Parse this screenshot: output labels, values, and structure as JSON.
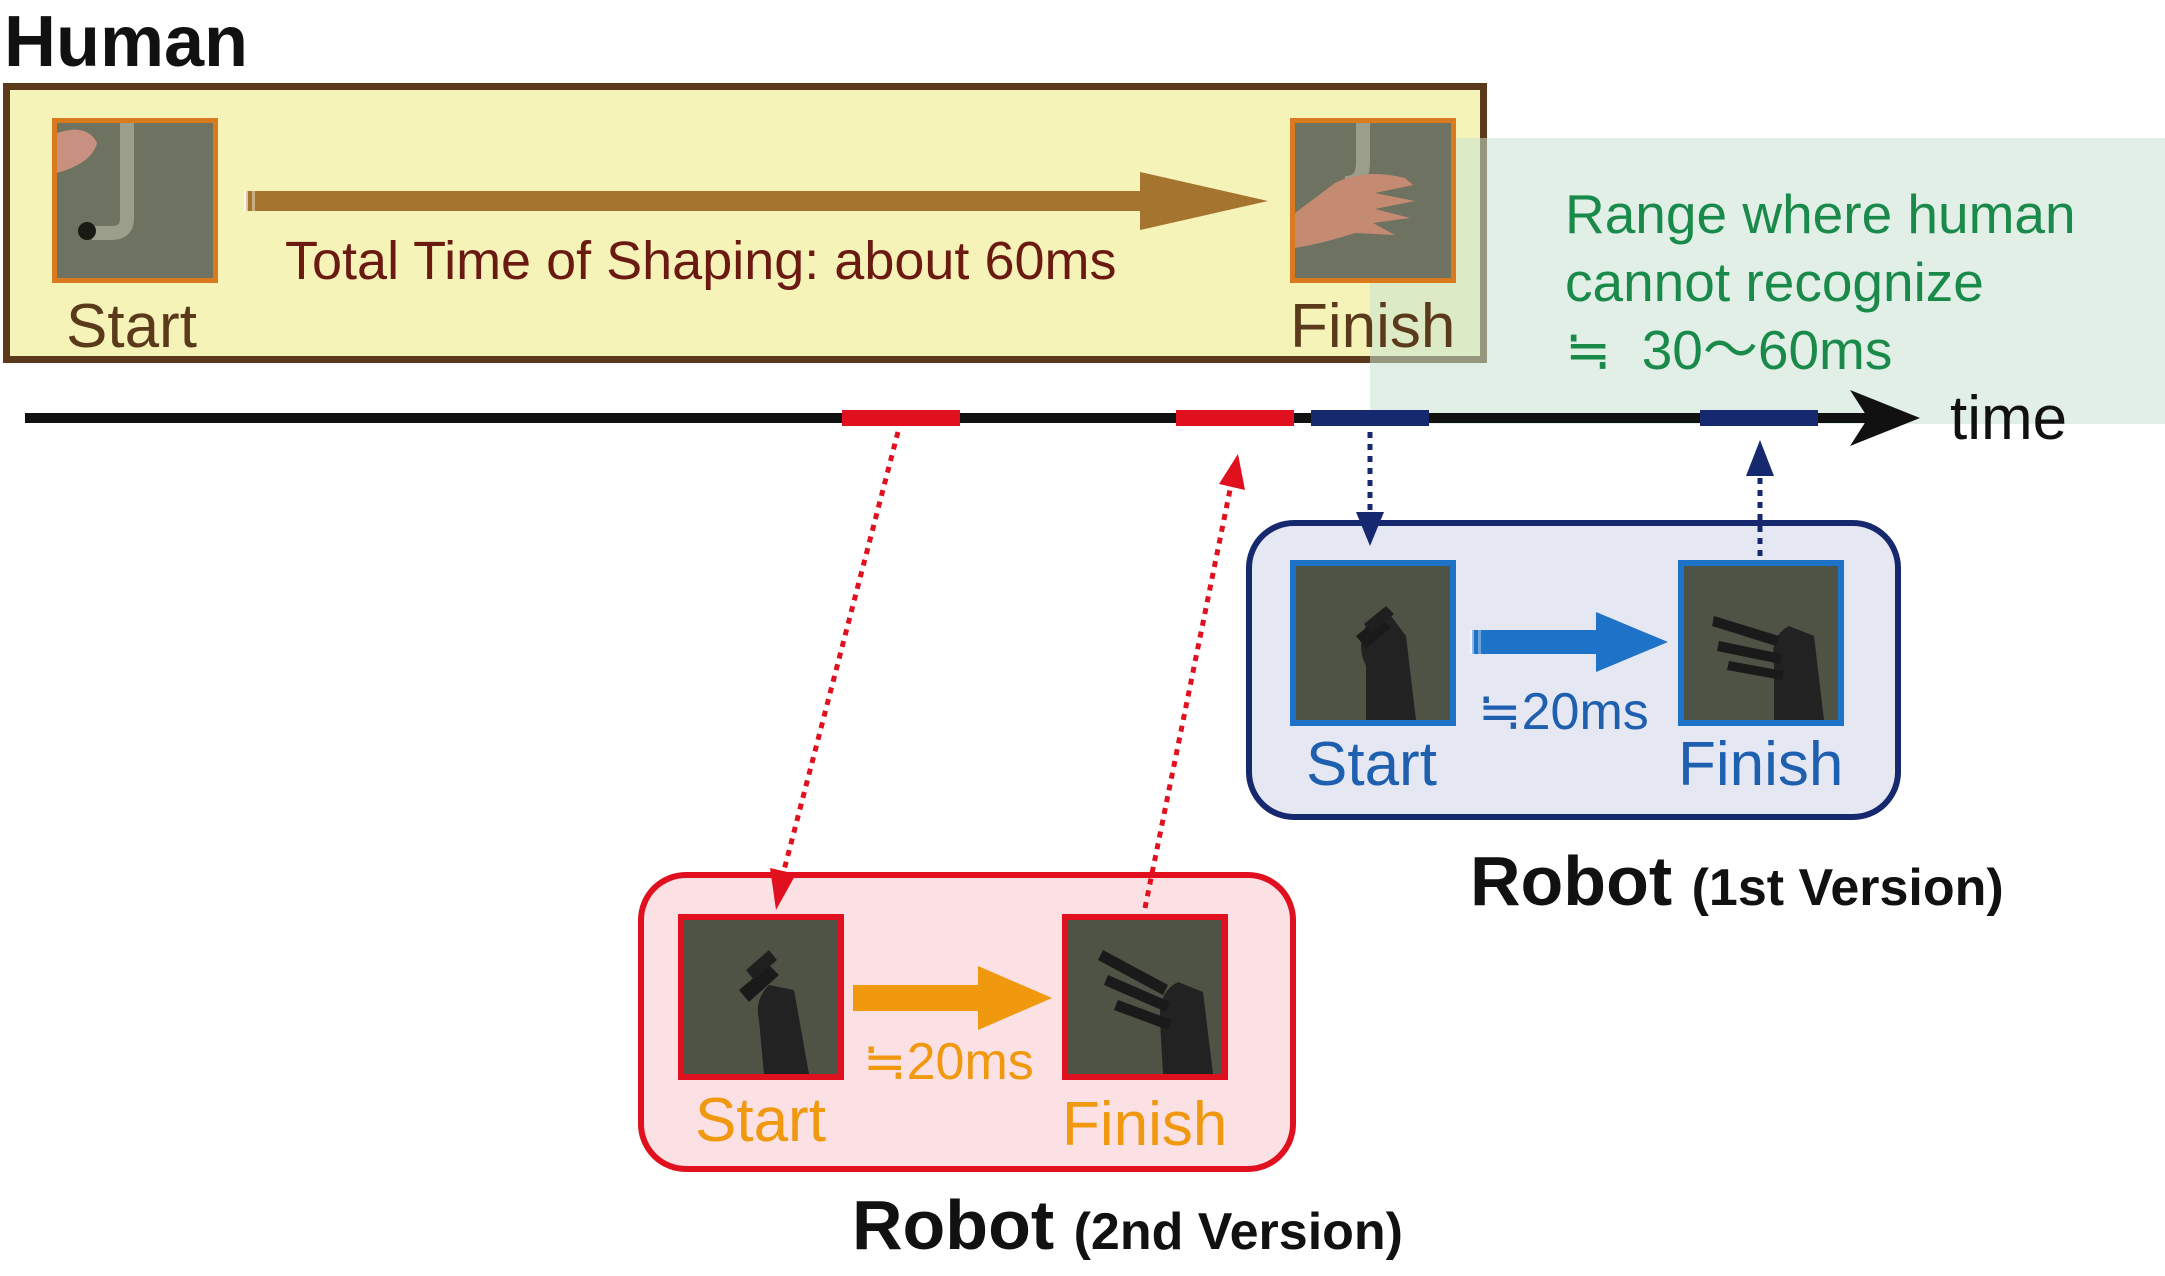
{
  "human": {
    "title": "Human",
    "start_label": "Start",
    "finish_label": "Finish",
    "shaping_text": "Total Time of Shaping: about 60ms",
    "start_photo": "human-hand-start-photo",
    "finish_photo": "human-hand-finish-photo"
  },
  "recognition": {
    "text": "Range where human\ncannot recognize\n≒  30〜60ms"
  },
  "timeline": {
    "label": "time"
  },
  "robot1": {
    "title": "Robot",
    "version": "(1st Version)",
    "start_label": "Start",
    "finish_label": "Finish",
    "duration": "≒20ms",
    "start_photo": "robot-hand-start-photo",
    "finish_photo": "robot-hand-finish-photo"
  },
  "robot2": {
    "title": "Robot",
    "version": "(2nd Version)",
    "start_label": "Start",
    "finish_label": "Finish",
    "duration": "≒20ms",
    "start_photo": "robot-hand-start-photo",
    "finish_photo": "robot-hand-finish-photo"
  },
  "colors": {
    "human_panel": "#f6f3b8",
    "human_border": "#5a3a1a",
    "recognition_band": "#c8e1d2",
    "robot1_border": "#16296e",
    "robot1_bg": "#e5e8f2",
    "robot2_border": "#e0101e",
    "robot2_bg": "#fbe0e4",
    "orange_accent": "#f0980e",
    "blue_accent": "#1e73c8"
  }
}
